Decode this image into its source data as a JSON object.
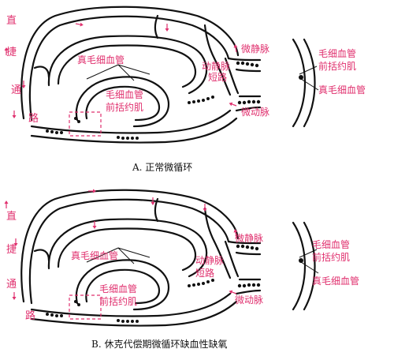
{
  "panels": [
    {
      "id": "a",
      "side_label": [
        "直",
        "捷",
        "通",
        "路"
      ],
      "label_true_capillary": "真毛细血管",
      "label_capillary": "毛细血管",
      "label_sphincter": "前括约肌",
      "label_av_shunt_1": "动静脉",
      "label_av_shunt_2": "短路",
      "label_venule": "微静脉",
      "label_arteriole": "微动脉",
      "inset_capillary": "毛细血管",
      "inset_sphincter": "前括约肌",
      "inset_true_capillary": "真毛细血管",
      "caption": "A. 正常微循环"
    },
    {
      "id": "b",
      "side_label": [
        "直",
        "捷",
        "通",
        "路"
      ],
      "label_true_capillary": "真毛细血管",
      "label_capillary": "毛细血管",
      "label_sphincter": "前括约肌",
      "label_av_shunt_1": "动静脉",
      "label_av_shunt_2": "短路",
      "label_venule": "微静脉",
      "label_arteriole": "微动脉",
      "inset_capillary": "毛细血管",
      "inset_sphincter": "前括约肌",
      "inset_true_capillary": "真毛细血管",
      "caption": "B. 休克代偿期微循环缺血性缺氧"
    }
  ],
  "colors": {
    "label": "#e0306e",
    "vessel": "#111111"
  }
}
